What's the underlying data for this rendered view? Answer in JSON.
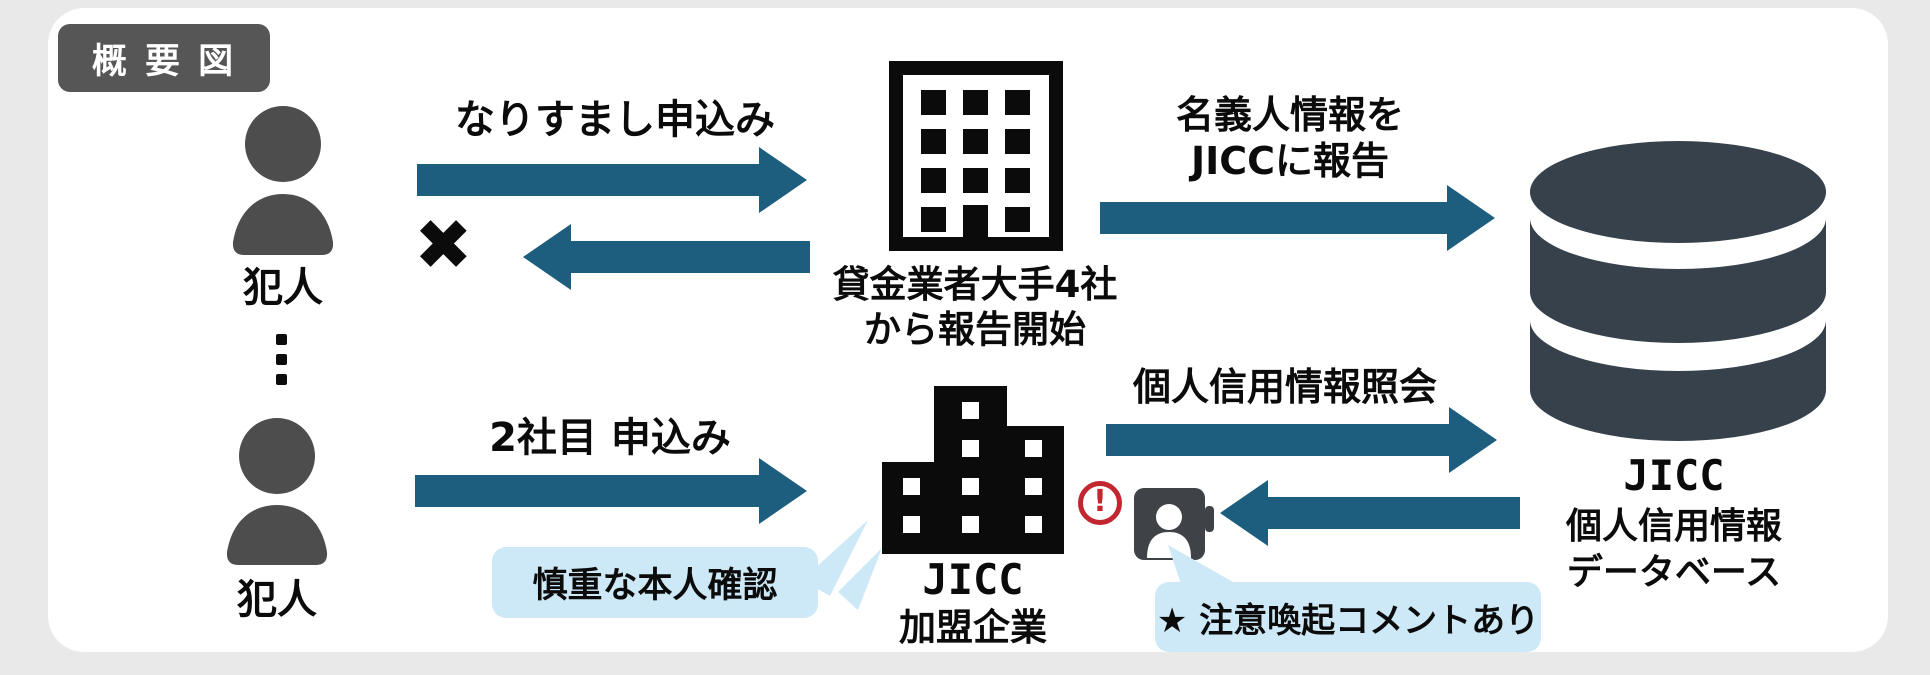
{
  "page": {
    "background": "#e9e9e9",
    "panel_background": "#ffffff"
  },
  "colors": {
    "page_bg": "#e9e9e9",
    "panel_bg": "#ffffff",
    "arrow_teal": "#1d5e7e",
    "icon_gray": "#4d4d4d",
    "ink_black": "#0b0b0b",
    "badge_gray": "#565656",
    "database_slate": "#36414c",
    "callout_blue": "#cde9f7",
    "alert_red": "#c2262e",
    "card_gray": "#3f4347"
  },
  "badge": {
    "label": "概 要 図"
  },
  "actors": {
    "top_label": "犯人",
    "bottom_label": "犯人"
  },
  "flows": {
    "impersonation_label": "なりすまし申込み",
    "x_mark": "✖",
    "report_label_line1": "名義人情報を",
    "report_label_line2": "JICCに報告",
    "second_application_label": "2社目 申込み",
    "inquiry_label": "個人信用情報照会"
  },
  "nodes": {
    "lenders_caption_line1": "貸金業者大手4社",
    "lenders_caption_line2": "から報告開始",
    "member_caption_line1": "JICC",
    "member_caption_line2": "加盟企業",
    "database_caption_line1": "JICC",
    "database_caption_line2": "個人信用情報",
    "database_caption_line3": "データベース"
  },
  "callouts": {
    "verification_label": "慎重な本人確認",
    "alert_comment_label": "★ 注意喚起コメントあり"
  },
  "alert": {
    "exclamation": "!"
  },
  "icons": {
    "criminal_top": "person-silhouette",
    "criminal_bottom": "person-silhouette",
    "lenders": "office-building-outline",
    "member": "city-building-solid",
    "database": "database-cylinder",
    "alert": "exclamation-circle",
    "id_badge": "person-id-card"
  }
}
